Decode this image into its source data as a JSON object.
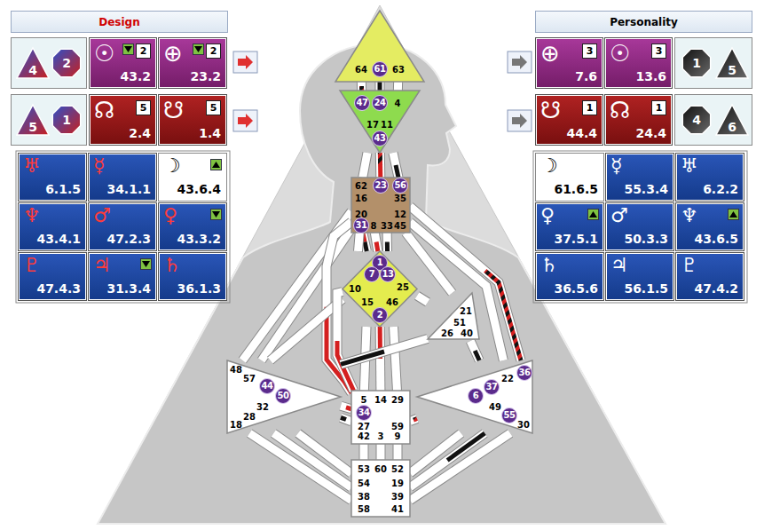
{
  "diagram": {
    "nodes": [
      {
        "text": [
          "Design"
        ]
      },
      {
        "text": [
          "4",
          "2"
        ]
      },
      {
        "text": [
          "☉",
          "2",
          "43.2"
        ]
      },
      {
        "text": [
          "⊕",
          "2",
          "23.2"
        ]
      },
      {
        "text": [
          "5",
          "1"
        ]
      },
      {
        "text": [
          "☊",
          "5",
          "2.4"
        ]
      },
      {
        "text": [
          "☋",
          "5",
          "1.4"
        ]
      },
      {
        "text": [
          "♅",
          "6.1.5"
        ]
      },
      {
        "text": [
          "☿",
          "34.1.1"
        ]
      },
      {
        "text": [
          "☽",
          "43.6.4"
        ]
      },
      {
        "text": [
          "♆",
          "43.4.1"
        ]
      },
      {
        "text": [
          "♂",
          "47.2.3"
        ]
      },
      {
        "text": [
          "♀",
          "43.3.2"
        ]
      },
      {
        "text": [
          "♇",
          "47.4.3"
        ]
      },
      {
        "text": [
          "♃",
          "31.3.4"
        ]
      },
      {
        "text": [
          "♄",
          "36.1.3"
        ]
      },
      {
        "text": [
          "Personality"
        ]
      },
      {
        "text": [
          "⊕",
          "3",
          "7.6"
        ]
      },
      {
        "text": [
          "☉",
          "3",
          "13.6"
        ]
      },
      {
        "text": [
          "1",
          "5"
        ]
      },
      {
        "text": [
          "☋",
          "1",
          "44.4"
        ]
      },
      {
        "text": [
          "☊",
          "1",
          "24.4"
        ]
      },
      {
        "text": [
          "4",
          "6"
        ]
      },
      {
        "text": [
          "☽",
          "61.6.5"
        ]
      },
      {
        "text": [
          "☿",
          "55.3.4"
        ]
      },
      {
        "text": [
          "♅",
          "6.2.2"
        ]
      },
      {
        "text": [
          "♀",
          "37.5.1"
        ]
      },
      {
        "text": [
          "♂",
          "50.3.3"
        ]
      },
      {
        "text": [
          "♆",
          "43.6.5"
        ]
      },
      {
        "text": [
          "♄",
          "36.5.6"
        ]
      },
      {
        "text": [
          "♃",
          "56.1.5"
        ]
      },
      {
        "text": [
          "♇",
          "47.4.2"
        ]
      },
      {
        "text": [
          "64",
          "61",
          "63"
        ]
      },
      {
        "text": [
          "47",
          "24",
          "4",
          "17",
          "11",
          "43"
        ]
      },
      {
        "text": [
          "62",
          "23",
          "56",
          "16",
          "35",
          "20",
          "12",
          "31",
          "8",
          "33",
          "45"
        ]
      },
      {
        "text": [
          "1",
          "7",
          "13",
          "10",
          "25",
          "15",
          "46",
          "2"
        ]
      },
      {
        "text": [
          "21",
          "51",
          "26",
          "40"
        ]
      },
      {
        "text": [
          "48",
          "57",
          "44",
          "50",
          "32",
          "28",
          "18"
        ]
      },
      {
        "text": [
          "5",
          "14",
          "29",
          "34",
          "27",
          "59",
          "42",
          "3",
          "9"
        ]
      },
      {
        "text": [
          "36",
          "22",
          "37",
          "6",
          "49",
          "55",
          "30"
        ]
      },
      {
        "text": [
          "53",
          "60",
          "52",
          "54",
          "19",
          "38",
          "39",
          "58",
          "41"
        ]
      }
    ],
    "edges": [
      {
        "from": 32,
        "to": 33,
        "arrow": "none"
      },
      {
        "from": 32,
        "to": 33,
        "arrow": "none"
      },
      {
        "from": 32,
        "to": 33,
        "arrow": "none"
      },
      {
        "from": 33,
        "to": 34,
        "arrow": "none"
      },
      {
        "from": 33,
        "to": 34,
        "arrow": "none"
      },
      {
        "from": 33,
        "to": 34,
        "arrow": "none"
      },
      {
        "from": 34,
        "to": 35,
        "arrow": "none"
      },
      {
        "from": 34,
        "to": 35,
        "arrow": "none"
      },
      {
        "from": 34,
        "to": 35,
        "arrow": "none"
      },
      {
        "from": 34,
        "to": 35,
        "arrow": "none"
      },
      {
        "from": 34,
        "to": 37,
        "arrow": "none"
      },
      {
        "from": 34,
        "to": 37,
        "arrow": "none"
      },
      {
        "from": 34,
        "to": 38,
        "arrow": "none"
      },
      {
        "from": 34,
        "to": 36,
        "arrow": "none"
      },
      {
        "from": 34,
        "to": 39,
        "arrow": "none"
      },
      {
        "from": 34,
        "to": 39,
        "arrow": "none"
      },
      {
        "from": 35,
        "to": 36,
        "arrow": "none"
      },
      {
        "from": 35,
        "to": 37,
        "arrow": "none"
      },
      {
        "from": 35,
        "to": 38,
        "arrow": "none"
      },
      {
        "from": 35,
        "to": 38,
        "arrow": "none"
      },
      {
        "from": 35,
        "to": 38,
        "arrow": "none"
      },
      {
        "from": 35,
        "to": 38,
        "arrow": "none"
      },
      {
        "from": 36,
        "to": 37,
        "arrow": "none"
      },
      {
        "from": 36,
        "to": 39,
        "arrow": "none"
      },
      {
        "from": 37,
        "to": 38,
        "arrow": "none"
      },
      {
        "from": 37,
        "to": 38,
        "arrow": "none"
      },
      {
        "from": 37,
        "to": 40,
        "arrow": "none"
      },
      {
        "from": 37,
        "to": 40,
        "arrow": "none"
      },
      {
        "from": 37,
        "to": 40,
        "arrow": "none"
      },
      {
        "from": 38,
        "to": 39,
        "arrow": "none"
      },
      {
        "from": 38,
        "to": 40,
        "arrow": "none"
      },
      {
        "from": 38,
        "to": 40,
        "arrow": "none"
      },
      {
        "from": 38,
        "to": 40,
        "arrow": "none"
      },
      {
        "from": 39,
        "to": 40,
        "arrow": "none"
      },
      {
        "from": 39,
        "to": 40,
        "arrow": "none"
      },
      {
        "from": 39,
        "to": 40,
        "arrow": "none"
      }
    ]
  }
}
